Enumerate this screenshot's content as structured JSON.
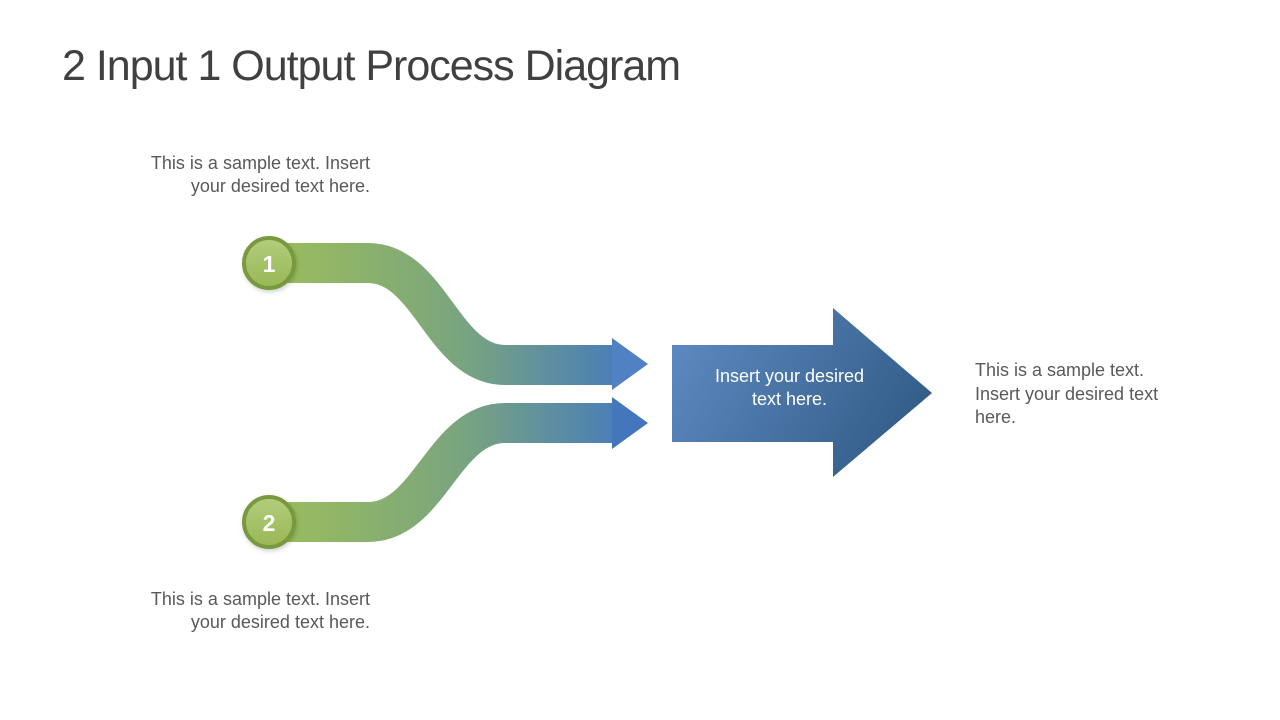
{
  "slide": {
    "title": "2 Input 1 Output Process Diagram"
  },
  "diagram": {
    "input1": {
      "number": "1",
      "caption_line1": "This is a sample text. Insert",
      "caption_line2": "your desired text here."
    },
    "input2": {
      "number": "2",
      "caption_line1": "This is a sample text. Insert",
      "caption_line2": "your desired text here."
    },
    "output": {
      "label_line1": "Insert your desired",
      "label_line2": "text here.",
      "caption_line1": "This is a sample text.",
      "caption_line2": "Insert your desired text",
      "caption_line3": "here."
    },
    "colors": {
      "title_text": "#404040",
      "caption_text": "#595959",
      "band_green_start": "#9cbe5b",
      "band_mid": "#7aa57e",
      "band_blue_end": "#4177c3",
      "arrowhead_top_blue": "#5081c2",
      "arrowhead_bottom_blue": "#4476bd",
      "badge_fill_light": "#b3cd7e",
      "badge_fill_dark": "#98b854",
      "badge_border": "#79993f",
      "output_arrow_light": "#5e8ac2",
      "output_arrow_dark": "#2c567f",
      "arrow_label_text": "#ffffff",
      "background": "#ffffff"
    }
  }
}
